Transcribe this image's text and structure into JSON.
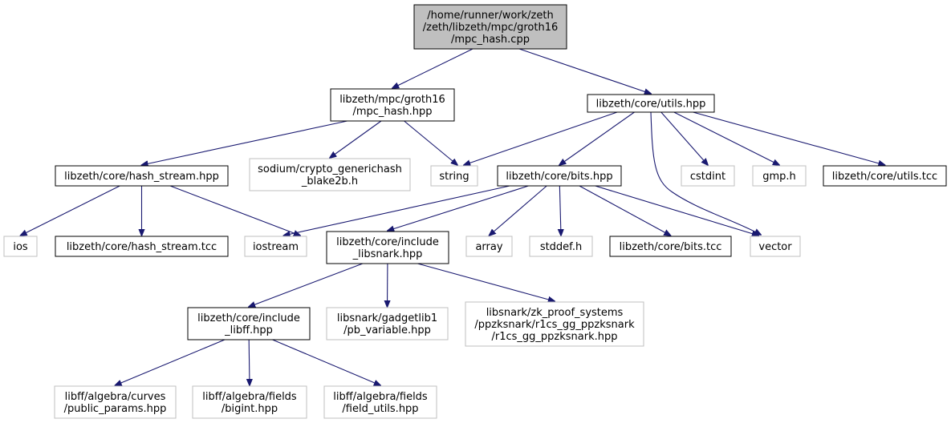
{
  "graph": {
    "colors": {
      "edge": "#191970",
      "root_fill": "#bfbfbf",
      "internal_border": "#000000",
      "external_border": "#bfbfbf",
      "text": "#000000"
    },
    "nodes": [
      {
        "id": "root",
        "kind": "root",
        "lines": [
          "/home/runner/work/zeth",
          "/zeth/libzeth/mpc/groth16",
          "/mpc_hash.cpp"
        ]
      },
      {
        "id": "mpc_hash_hpp",
        "kind": "internal",
        "lines": [
          "libzeth/mpc/groth16",
          "/mpc_hash.hpp"
        ]
      },
      {
        "id": "utils_hpp",
        "kind": "internal",
        "lines": [
          "libzeth/core/utils.hpp"
        ]
      },
      {
        "id": "hash_stream_hpp",
        "kind": "internal",
        "lines": [
          "libzeth/core/hash_stream.hpp"
        ]
      },
      {
        "id": "sodium_blake2b",
        "kind": "external",
        "lines": [
          "sodium/crypto_generichash",
          "_blake2b.h"
        ]
      },
      {
        "id": "string",
        "kind": "external",
        "lines": [
          "string"
        ]
      },
      {
        "id": "bits_hpp",
        "kind": "internal",
        "lines": [
          "libzeth/core/bits.hpp"
        ]
      },
      {
        "id": "cstdint",
        "kind": "external",
        "lines": [
          "cstdint"
        ]
      },
      {
        "id": "gmp_h",
        "kind": "external",
        "lines": [
          "gmp.h"
        ]
      },
      {
        "id": "utils_tcc",
        "kind": "internal",
        "lines": [
          "libzeth/core/utils.tcc"
        ]
      },
      {
        "id": "ios",
        "kind": "external",
        "lines": [
          "ios"
        ]
      },
      {
        "id": "hash_stream_tcc",
        "kind": "internal",
        "lines": [
          "libzeth/core/hash_stream.tcc"
        ]
      },
      {
        "id": "iostream",
        "kind": "external",
        "lines": [
          "iostream"
        ]
      },
      {
        "id": "include_libsnark",
        "kind": "internal",
        "lines": [
          "libzeth/core/include",
          "_libsnark.hpp"
        ]
      },
      {
        "id": "array",
        "kind": "external",
        "lines": [
          "array"
        ]
      },
      {
        "id": "stddef_h",
        "kind": "external",
        "lines": [
          "stddef.h"
        ]
      },
      {
        "id": "bits_tcc",
        "kind": "internal",
        "lines": [
          "libzeth/core/bits.tcc"
        ]
      },
      {
        "id": "vector",
        "kind": "external",
        "lines": [
          "vector"
        ]
      },
      {
        "id": "include_libff",
        "kind": "internal",
        "lines": [
          "libzeth/core/include",
          "_libff.hpp"
        ]
      },
      {
        "id": "pb_variable",
        "kind": "external",
        "lines": [
          "libsnark/gadgetlib1",
          "/pb_variable.hpp"
        ]
      },
      {
        "id": "r1cs_gg_ppzksnark",
        "kind": "external",
        "lines": [
          "libsnark/zk_proof_systems",
          "/ppzksnark/r1cs_gg_ppzksnark",
          "/r1cs_gg_ppzksnark.hpp"
        ]
      },
      {
        "id": "public_params",
        "kind": "external",
        "lines": [
          "libff/algebra/curves",
          "/public_params.hpp"
        ]
      },
      {
        "id": "bigint",
        "kind": "external",
        "lines": [
          "libff/algebra/fields",
          "/bigint.hpp"
        ]
      },
      {
        "id": "field_utils",
        "kind": "external",
        "lines": [
          "libff/algebra/fields",
          "/field_utils.hpp"
        ]
      }
    ],
    "edges": [
      [
        "root",
        "mpc_hash_hpp"
      ],
      [
        "root",
        "utils_hpp"
      ],
      [
        "mpc_hash_hpp",
        "hash_stream_hpp"
      ],
      [
        "mpc_hash_hpp",
        "sodium_blake2b"
      ],
      [
        "mpc_hash_hpp",
        "string"
      ],
      [
        "utils_hpp",
        "string"
      ],
      [
        "utils_hpp",
        "bits_hpp"
      ],
      [
        "utils_hpp",
        "vector"
      ],
      [
        "utils_hpp",
        "cstdint"
      ],
      [
        "utils_hpp",
        "gmp_h"
      ],
      [
        "utils_hpp",
        "utils_tcc"
      ],
      [
        "hash_stream_hpp",
        "ios"
      ],
      [
        "hash_stream_hpp",
        "hash_stream_tcc"
      ],
      [
        "hash_stream_hpp",
        "iostream"
      ],
      [
        "bits_hpp",
        "iostream"
      ],
      [
        "bits_hpp",
        "include_libsnark"
      ],
      [
        "bits_hpp",
        "array"
      ],
      [
        "bits_hpp",
        "stddef_h"
      ],
      [
        "bits_hpp",
        "bits_tcc"
      ],
      [
        "bits_hpp",
        "vector"
      ],
      [
        "include_libsnark",
        "include_libff"
      ],
      [
        "include_libsnark",
        "pb_variable"
      ],
      [
        "include_libsnark",
        "r1cs_gg_ppzksnark"
      ],
      [
        "include_libff",
        "public_params"
      ],
      [
        "include_libff",
        "bigint"
      ],
      [
        "include_libff",
        "field_utils"
      ]
    ]
  }
}
